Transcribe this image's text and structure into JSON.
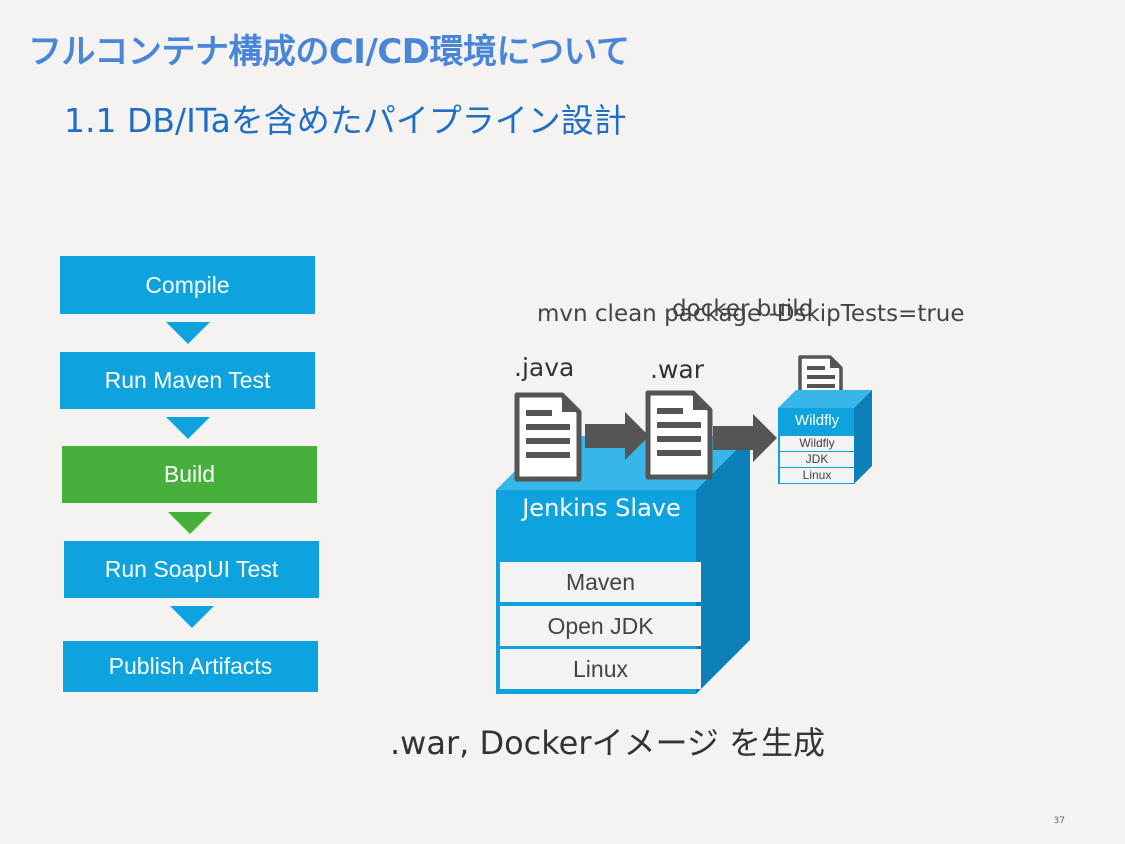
{
  "title": "フルコンテナ構成のCI/CD環境について",
  "subtitle": "1.1 DB/ITaを含めたパイプライン設計",
  "pipeline": {
    "steps": [
      {
        "label": "Compile",
        "color": "#0ea3df"
      },
      {
        "label": "Run Maven Test",
        "color": "#0ea3df"
      },
      {
        "label": "Build",
        "color": "#46b03a"
      },
      {
        "label": "Run SoapUI Test",
        "color": "#0ea3df"
      },
      {
        "label": "Publish Artifacts",
        "color": "#0ea3df"
      }
    ]
  },
  "diagram": {
    "command_docker": "docker build",
    "command_mvn": "mvn clean package -DskipTests=true",
    "java_label": ".java",
    "war_label": ".war",
    "jenkins": {
      "title": "Jenkins Slave",
      "rows": [
        "Maven",
        "Open JDK",
        "Linux"
      ],
      "color": "#0ea3df"
    },
    "container": {
      "title": "Wildfly",
      "rows": [
        "Wildfly",
        "JDK",
        "Linux"
      ]
    },
    "icons": [
      "java-file-icon",
      "war-file-icon",
      "dockerfile-icon",
      "arrow-right-icon"
    ]
  },
  "caption": ".war, Dockerイメージ を生成",
  "page_number": "37"
}
